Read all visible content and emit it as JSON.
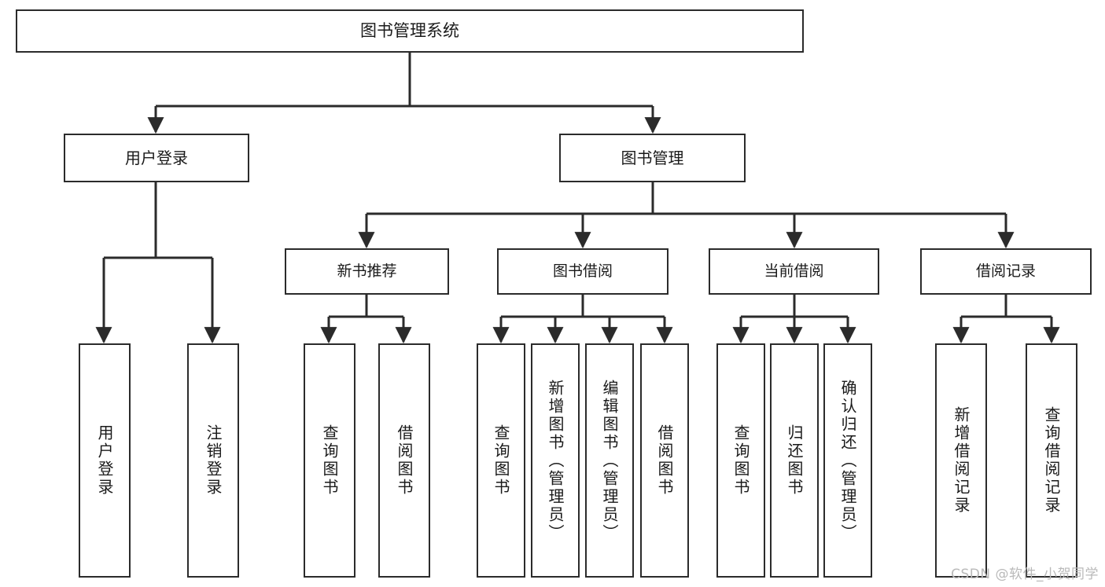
{
  "diagram": {
    "title": "图书管理系统",
    "type": "tree-hierarchy",
    "orientation": "top-down",
    "colors": {
      "box_border": "#2b2b2b",
      "box_fill": "#ffffff",
      "connector": "#2b2b2b",
      "text": "#1a1a1a",
      "watermark": "#b9b9b9"
    },
    "levels": [
      {
        "level": 1,
        "nodes": [
          {
            "id": "root",
            "label": "图书管理系统"
          }
        ]
      },
      {
        "level": 2,
        "nodes": [
          {
            "id": "login",
            "label": "用户登录"
          },
          {
            "id": "bookmgmt",
            "label": "图书管理"
          }
        ]
      },
      {
        "level": 3,
        "nodes": [
          {
            "id": "newbook",
            "label": "新书推荐"
          },
          {
            "id": "borrow",
            "label": "图书借阅"
          },
          {
            "id": "current",
            "label": "当前借阅"
          },
          {
            "id": "record",
            "label": "借阅记录"
          }
        ]
      },
      {
        "level": 4,
        "nodes": [
          {
            "id": "leaf1",
            "label": "用户登录"
          },
          {
            "id": "leaf2",
            "label": "注销登录"
          },
          {
            "id": "leaf3",
            "label": "查询图书"
          },
          {
            "id": "leaf4",
            "label": "借阅图书"
          },
          {
            "id": "leaf5",
            "label": "查询图书"
          },
          {
            "id": "leaf6",
            "label": "新增图书（管理员）"
          },
          {
            "id": "leaf7",
            "label": "编辑图书（管理员）"
          },
          {
            "id": "leaf8",
            "label": "借阅图书"
          },
          {
            "id": "leaf9",
            "label": "查询图书"
          },
          {
            "id": "leaf10",
            "label": "归还图书"
          },
          {
            "id": "leaf11",
            "label": "确认归还（管理员）"
          },
          {
            "id": "leaf12",
            "label": "新增借阅记录"
          },
          {
            "id": "leaf13",
            "label": "查询借阅记录"
          }
        ]
      }
    ],
    "edges": [
      {
        "from": "root",
        "to": "login"
      },
      {
        "from": "root",
        "to": "bookmgmt"
      },
      {
        "from": "login",
        "to": "leaf1"
      },
      {
        "from": "login",
        "to": "leaf2"
      },
      {
        "from": "bookmgmt",
        "to": "newbook"
      },
      {
        "from": "bookmgmt",
        "to": "borrow"
      },
      {
        "from": "bookmgmt",
        "to": "current"
      },
      {
        "from": "bookmgmt",
        "to": "record"
      },
      {
        "from": "newbook",
        "to": "leaf3"
      },
      {
        "from": "newbook",
        "to": "leaf4"
      },
      {
        "from": "borrow",
        "to": "leaf5"
      },
      {
        "from": "borrow",
        "to": "leaf6"
      },
      {
        "from": "borrow",
        "to": "leaf7"
      },
      {
        "from": "borrow",
        "to": "leaf8"
      },
      {
        "from": "current",
        "to": "leaf9"
      },
      {
        "from": "current",
        "to": "leaf10"
      },
      {
        "from": "current",
        "to": "leaf11"
      },
      {
        "from": "record",
        "to": "leaf12"
      },
      {
        "from": "record",
        "to": "leaf13"
      }
    ]
  },
  "watermark": {
    "text": "CSDN @软件_小贺同学"
  }
}
